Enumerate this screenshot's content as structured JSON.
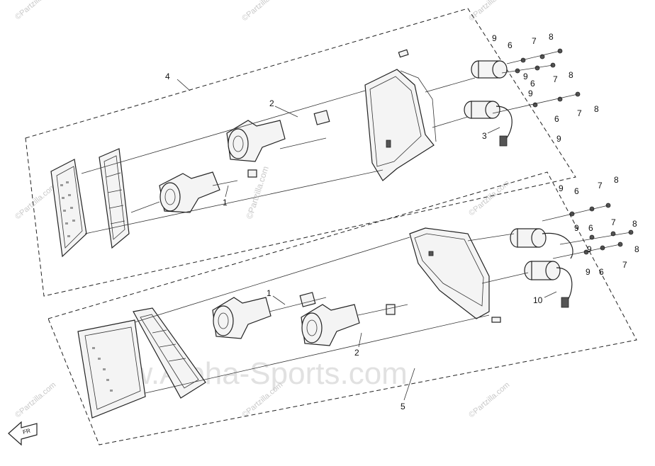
{
  "watermark": {
    "main": "www.Alpha-Sports.com",
    "small": "©Partzilla.com",
    "center": "©Partzilla.com"
  },
  "labels": {
    "top_assembly": "4",
    "bottom_assembly": "5",
    "part_1": "1",
    "part_2": "2",
    "part_3": "3",
    "part_6": "6",
    "part_7": "7",
    "part_8": "8",
    "part_9": "9",
    "part_10": "10"
  },
  "front_arrow": {
    "text": "FR"
  }
}
